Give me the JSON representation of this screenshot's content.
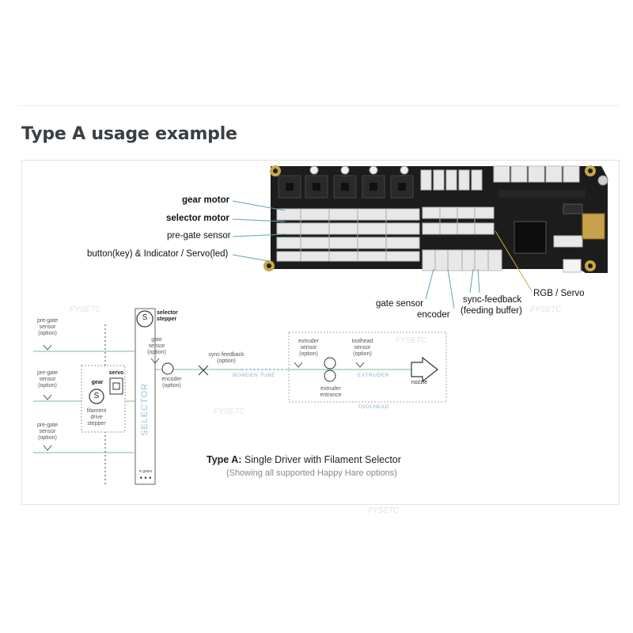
{
  "heading": "Type A usage example",
  "board_labels": {
    "gear_motor": "gear motor",
    "selector_motor": "selector motor",
    "pre_gate_sensor": "pre-gate sensor",
    "button_indicator": "button(key) & Indicator / Servo(led)",
    "gate_sensor": "gate sensor",
    "encoder": "encoder",
    "sync_feedback_line1": "sync-feedback",
    "sync_feedback_line2": "(feeding buffer)",
    "rgb_servo": "RGB / Servo"
  },
  "diagram": {
    "pre_gate_1": [
      "pre-gate",
      "sensor",
      "(option)"
    ],
    "pre_gate_2": [
      "pre-gate",
      "sensor",
      "(option)"
    ],
    "pre_gate_3": [
      "pre-gate",
      "sensor",
      "(option)"
    ],
    "gear_label": "gear",
    "gear_symbol": "S",
    "filament_drive": [
      "filament",
      "drive",
      "stepper"
    ],
    "servo_label": "servo",
    "selector_stepper": [
      "selector",
      "stepper"
    ],
    "selector_symbol": "S",
    "selector_text": "SELECTOR",
    "gate_sensor": [
      "gate",
      "sensor",
      "(option)"
    ],
    "encoder": [
      "encoder",
      "(option)"
    ],
    "sync_feedback": [
      "sync-feedback",
      "(option)"
    ],
    "bowden_tube": "BOWDEN TUBE",
    "extruder_sensor": [
      "extruder",
      "sensor",
      "(option)"
    ],
    "toolhead_sensor": [
      "toolhead",
      "sensor",
      "(option)"
    ],
    "extruder_entrance": [
      "extruder",
      "entrance"
    ],
    "extruder_tag": "EXTRUDER",
    "nozzle": "nozzle",
    "toolhead_tag": "TOOLHEAD",
    "n_gates": "n-gates"
  },
  "caption": {
    "bold": "Type A:",
    "rest": " Single Driver with Filament Selector",
    "sub": "(Showing all supported Happy Hare options)"
  },
  "watermark": "FYSETC",
  "colors": {
    "board": "#1c1c1c",
    "connector": "#e8e8e8",
    "line_green": "#93c9a3",
    "leader": "#5aa6b0",
    "tube": "#a9c8dc"
  }
}
